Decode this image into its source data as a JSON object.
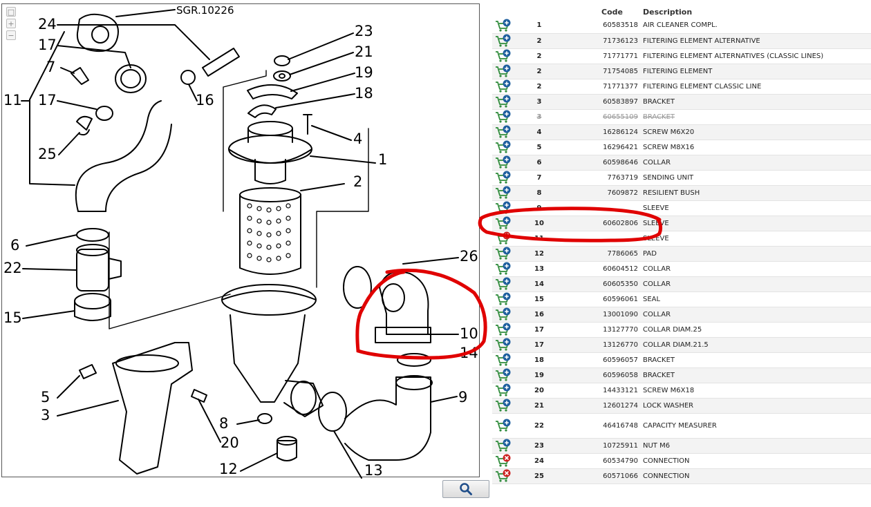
{
  "diagram": {
    "title": "SGR.10226",
    "callouts": [
      "24",
      "17",
      "7",
      "11",
      "17",
      "25",
      "6",
      "22",
      "15",
      "5",
      "3",
      "8",
      "20",
      "12",
      "13",
      "9",
      "14",
      "10",
      "26",
      "2",
      "1",
      "4",
      "18",
      "19",
      "21",
      "23",
      "16"
    ],
    "zoom_tools": [
      "fit-icon",
      "zoom-in-icon",
      "zoom-out-icon"
    ]
  },
  "search_button": {
    "icon": "search-icon"
  },
  "table": {
    "headers": {
      "code": "Code",
      "description": "Description"
    },
    "rows": [
      {
        "ref": "1",
        "code": "60583518",
        "desc": "AIR CLEANER COMPL.",
        "status": "active"
      },
      {
        "ref": "2",
        "code": "71736123",
        "desc": "FILTERING ELEMENT ALTERNATIVE",
        "status": "active"
      },
      {
        "ref": "2",
        "code": "71771771",
        "desc": "FILTERING ELEMENT ALTERNATIVES (CLASSIC LINES)",
        "status": "active"
      },
      {
        "ref": "2",
        "code": "71754085",
        "desc": "FILTERING ELEMENT",
        "status": "active"
      },
      {
        "ref": "2",
        "code": "71771377",
        "desc": "FILTERING ELEMENT CLASSIC LINE",
        "status": "active"
      },
      {
        "ref": "3",
        "code": "60583897",
        "desc": "BRACKET",
        "status": "active"
      },
      {
        "ref": "3",
        "code": "60655109",
        "desc": "BRACKET",
        "status": "discontinued"
      },
      {
        "ref": "4",
        "code": "16286124",
        "desc": "SCREW M6X20",
        "status": "active"
      },
      {
        "ref": "5",
        "code": "16296421",
        "desc": "SCREW M8X16",
        "status": "active"
      },
      {
        "ref": "6",
        "code": "60598646",
        "desc": "COLLAR",
        "status": "active"
      },
      {
        "ref": "7",
        "code": "7763719",
        "desc": "SENDING UNIT",
        "status": "active"
      },
      {
        "ref": "8",
        "code": "7609872",
        "desc": "RESILIENT BUSH",
        "status": "active"
      },
      {
        "ref": "9",
        "code": "",
        "desc": "SLEEVE",
        "status": "active"
      },
      {
        "ref": "10",
        "code": "60602806",
        "desc": "SLEEVE",
        "status": "active"
      },
      {
        "ref": "11",
        "code": "",
        "desc": "SLEEVE",
        "status": "unavailable"
      },
      {
        "ref": "12",
        "code": "7786065",
        "desc": "PAD",
        "status": "active"
      },
      {
        "ref": "13",
        "code": "60604512",
        "desc": "COLLAR",
        "status": "active"
      },
      {
        "ref": "14",
        "code": "60605350",
        "desc": "COLLAR",
        "status": "active"
      },
      {
        "ref": "15",
        "code": "60596061",
        "desc": "SEAL",
        "status": "active"
      },
      {
        "ref": "16",
        "code": "13001090",
        "desc": "COLLAR",
        "status": "active"
      },
      {
        "ref": "17",
        "code": "13127770",
        "desc": "COLLAR DIAM.25",
        "status": "active"
      },
      {
        "ref": "17",
        "code": "13126770",
        "desc": "COLLAR DIAM.21.5",
        "status": "active"
      },
      {
        "ref": "18",
        "code": "60596057",
        "desc": "BRACKET",
        "status": "active"
      },
      {
        "ref": "19",
        "code": "60596058",
        "desc": "BRACKET",
        "status": "active"
      },
      {
        "ref": "20",
        "code": "14433121",
        "desc": "SCREW M6X18",
        "status": "active"
      },
      {
        "ref": "21",
        "code": "12601274",
        "desc": "LOCK WASHER",
        "status": "active"
      },
      {
        "ref": "22",
        "code": "46416748",
        "desc": "CAPACITY MEASURER",
        "status": "active"
      },
      {
        "ref": "23",
        "code": "10725911",
        "desc": "NUT M6",
        "status": "active"
      },
      {
        "ref": "24",
        "code": "60534790",
        "desc": "CONNECTION",
        "status": "unavailable"
      },
      {
        "ref": "25",
        "code": "60571066",
        "desc": "CONNECTION",
        "status": "unavailable"
      }
    ]
  },
  "colors": {
    "cart_blue": "#1f5f9e",
    "cart_green": "#2e8b3a",
    "cart_red": "#cc2222",
    "highlight": "#e00000"
  }
}
